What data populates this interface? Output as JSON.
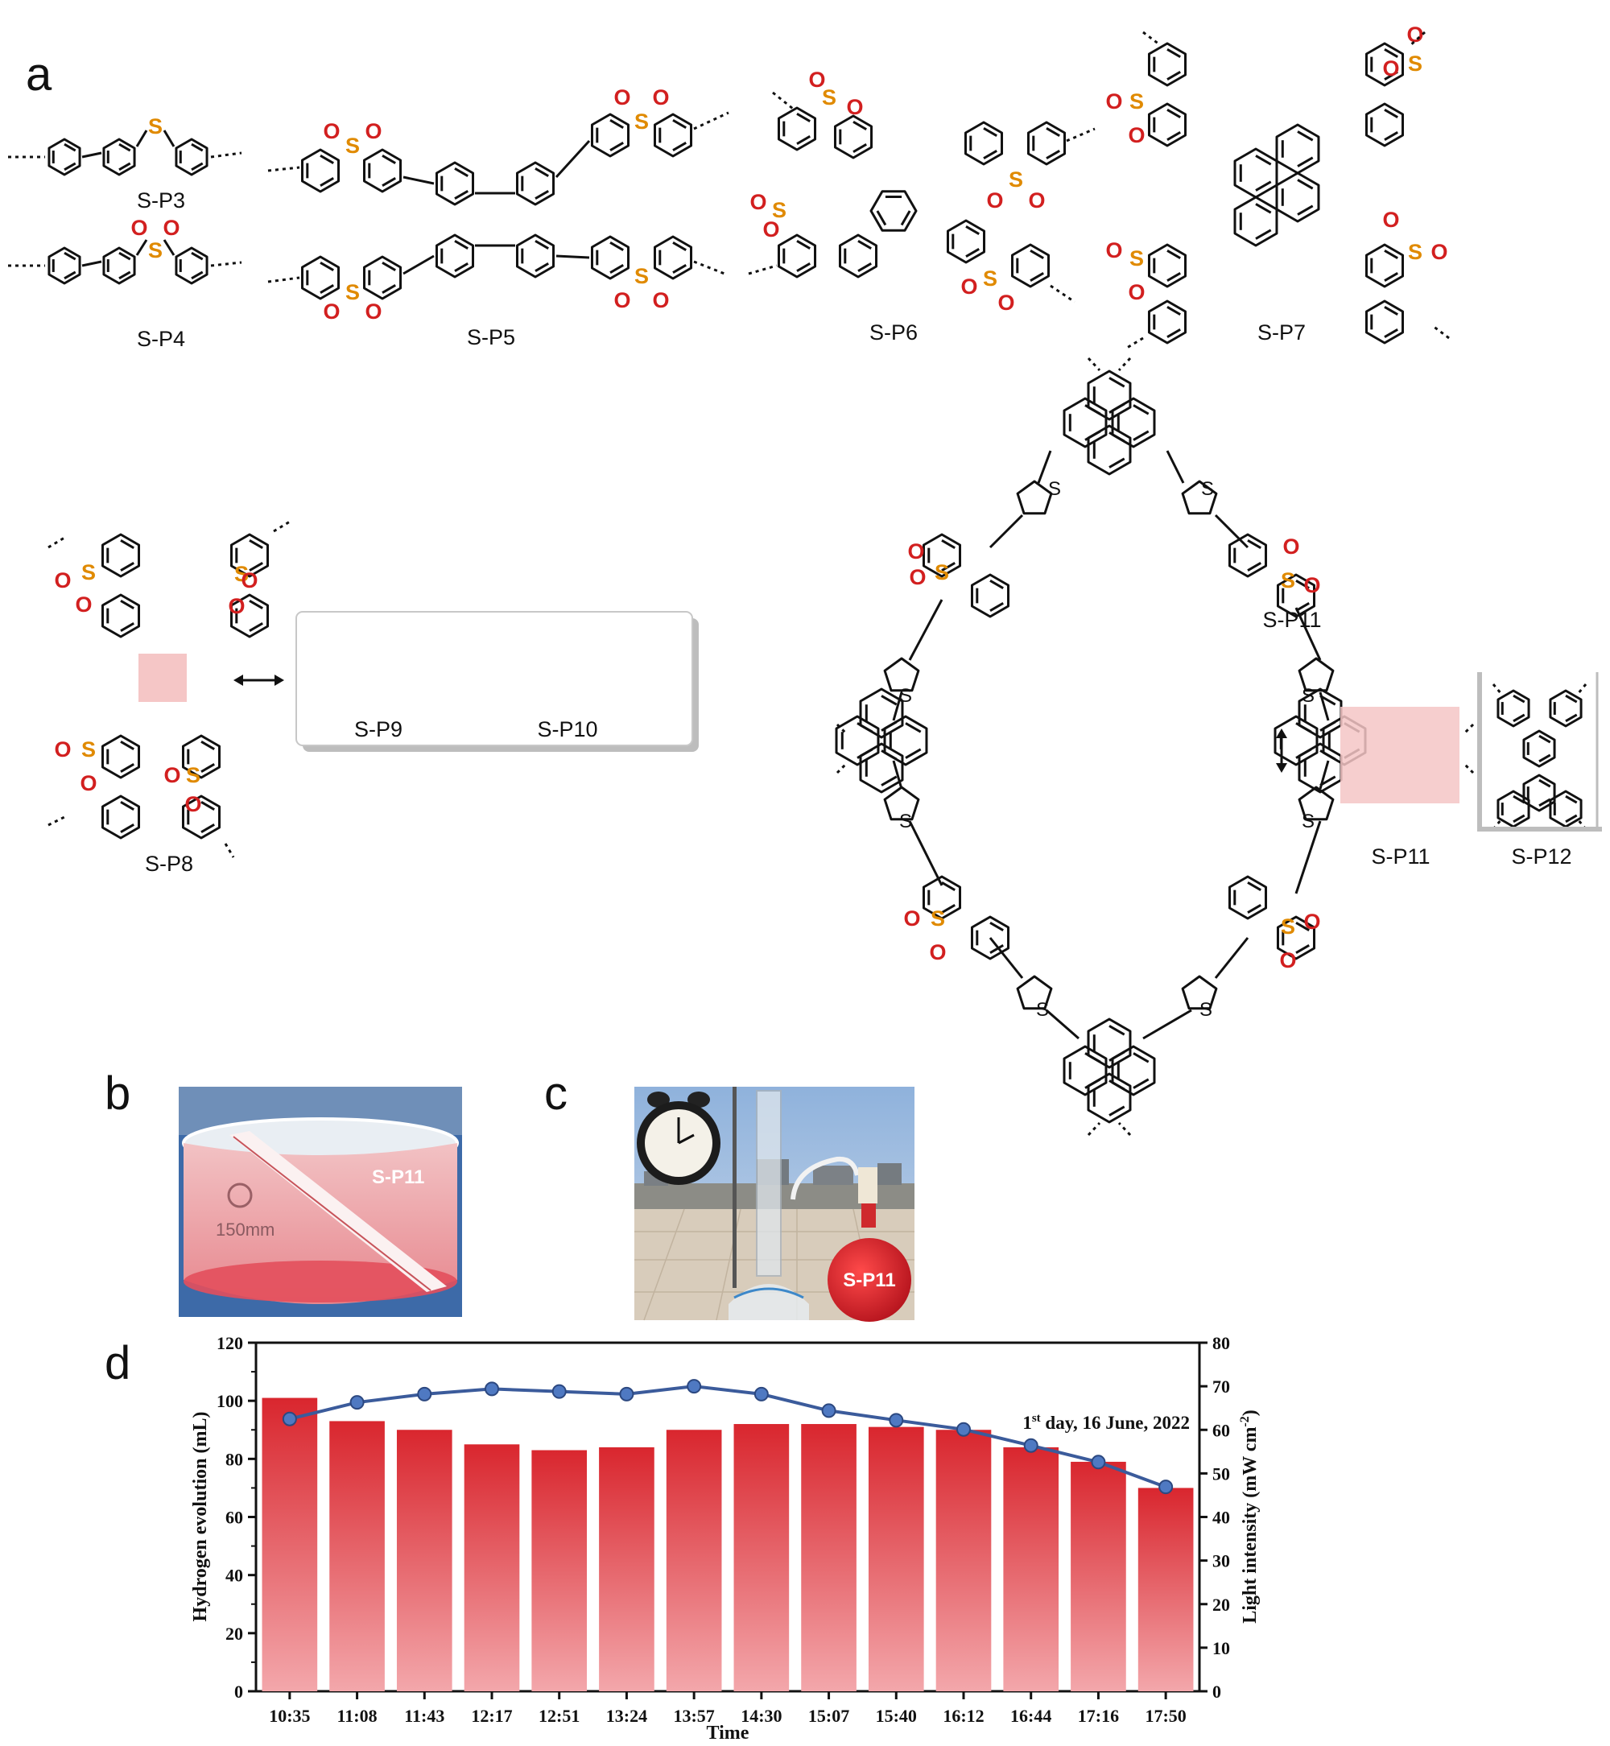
{
  "panels": {
    "a": "a",
    "b": "b",
    "c": "c",
    "d": "d"
  },
  "molecules": {
    "sp3": "S-P3",
    "sp4": "S-P4",
    "sp5": "S-P5",
    "sp6": "S-P6",
    "sp7": "S-P7",
    "sp8": "S-P8",
    "sp9": "S-P9",
    "sp10": "S-P10",
    "sp11": "S-P11",
    "sp11_overlap": "S-P11",
    "sp12": "S-P12"
  },
  "atoms": {
    "sulfur": "S",
    "oxygen": "O"
  },
  "photos": {
    "b_sample": "S-P11",
    "b_dish_mark": "150mm",
    "c_sample": "S-P11"
  },
  "colors": {
    "bar_top": "#d9262e",
    "bar_bottom": "#f3a7ab",
    "line": "#3b5b9b",
    "marker": "#4f79c2",
    "highlight": "#f5c6c6",
    "sulfur": "#e08a00",
    "oxygen": "#d21f1f"
  },
  "chart_data": {
    "type": "bar",
    "title": "1st day, 16 June, 2022",
    "title_parts": {
      "num": "1",
      "sup": "st",
      "rest": " day, 16 June, 2022"
    },
    "xlabel": "Time",
    "ylabel": "Hydrogen evolution (mL)",
    "y2label": "Light intensity (mW cm⁻²)",
    "y2label_parts": {
      "main": "Light intensity (mW cm",
      "sup": "-2",
      "end": ")"
    },
    "categories": [
      "10:35",
      "11:08",
      "11:43",
      "12:17",
      "12:51",
      "13:24",
      "13:57",
      "14:30",
      "15:07",
      "15:40",
      "16:12",
      "16:44",
      "17:16",
      "17:50"
    ],
    "ylim": [
      0,
      120
    ],
    "y2lim": [
      0,
      80
    ],
    "yticks": [
      0,
      20,
      40,
      60,
      80,
      100,
      120
    ],
    "y2ticks": [
      0,
      10,
      20,
      30,
      40,
      50,
      60,
      70,
      80
    ],
    "grid": false,
    "series": [
      {
        "kind": "bar",
        "axis": "left",
        "values": [
          101,
          93,
          90,
          85,
          83,
          84,
          90,
          92,
          92,
          91,
          90,
          84,
          79,
          70
        ]
      },
      {
        "kind": "line",
        "axis": "right",
        "values": [
          62.5,
          66.3,
          68.2,
          69.4,
          68.8,
          68.2,
          70.0,
          68.2,
          64.4,
          62.2,
          60.1,
          56.4,
          52.6,
          46.9
        ]
      }
    ]
  }
}
